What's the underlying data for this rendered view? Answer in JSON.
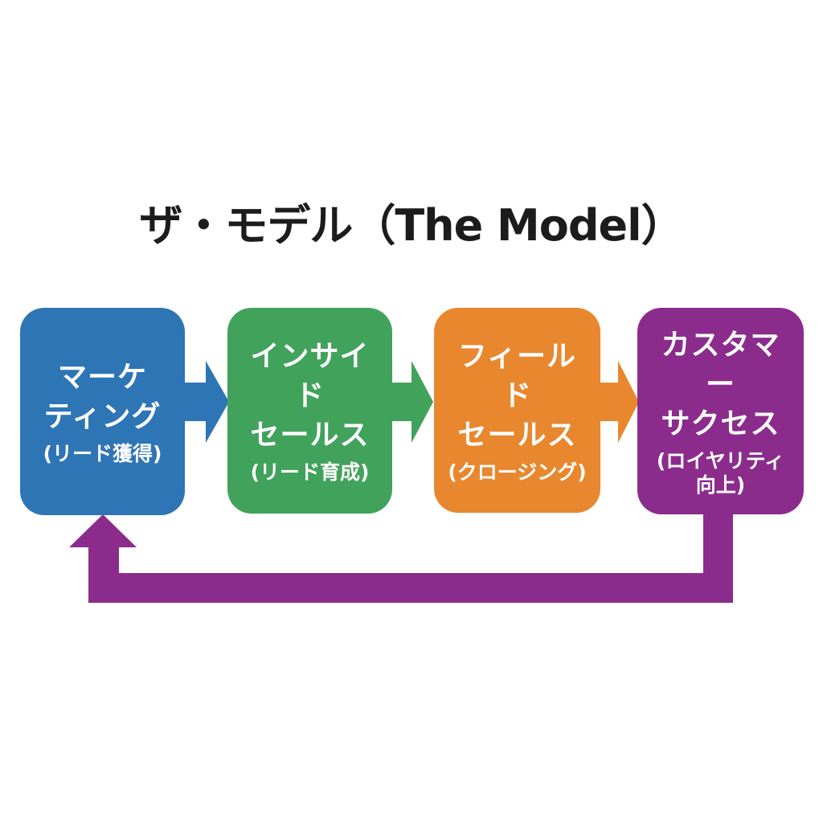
{
  "title": "ザ・モデル（The Model）",
  "stages": [
    {
      "name": "marketing",
      "title1": "マーケ",
      "title2": "ティング",
      "sub": "(リード獲得)",
      "color": "#2E75B5"
    },
    {
      "name": "inside-sales",
      "title1": "インサイド",
      "title2": "セールス",
      "sub": "(リード育成)",
      "color": "#41A25C"
    },
    {
      "name": "field-sales",
      "title1": "フィールド",
      "title2": "セールス",
      "sub": "(クロージング)",
      "color": "#E8872E"
    },
    {
      "name": "customer-success",
      "title1": "カスタマー",
      "title2": "サクセス",
      "sub": "(ロイヤリティ向上)",
      "color": "#8B2C8D"
    }
  ],
  "colors": {
    "background": "#FFFFFF",
    "title_text": "#1C1C1C",
    "stage_text": "#FFFFFF"
  }
}
